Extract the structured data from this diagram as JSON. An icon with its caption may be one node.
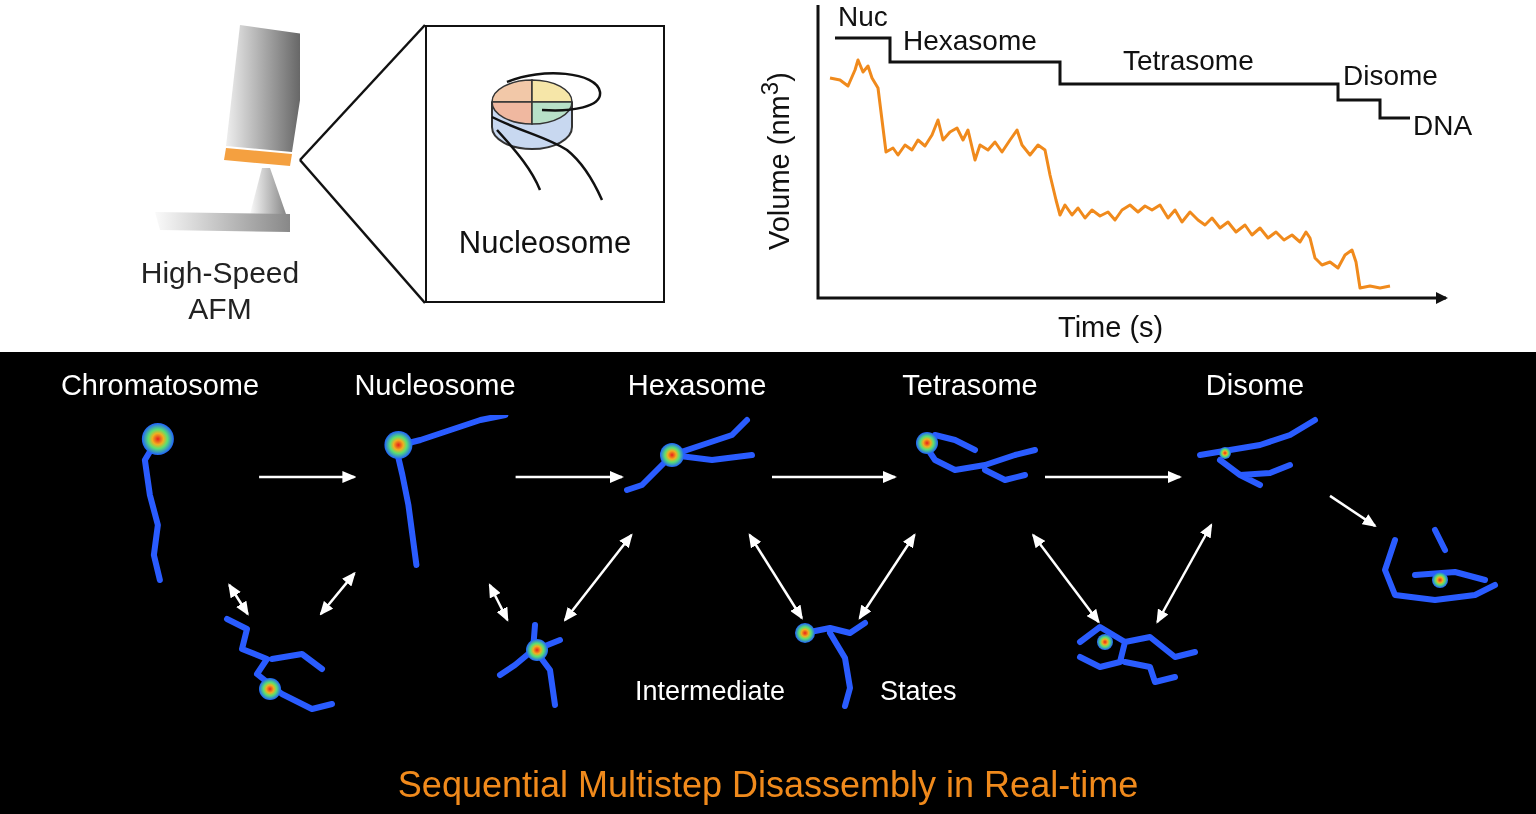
{
  "diagram": {
    "nodes": [
      {
        "text": [
          "High-Speed AFM"
        ]
      },
      {
        "text": [
          "Nucleosome"
        ]
      },
      {
        "text": [
          "Sequential Multistep Disassembly in Real-time"
        ]
      },
      {
        "text": [
          "Chromatosome"
        ],
        "in": 2
      },
      {
        "text": [
          "Nucleosome"
        ],
        "in": 2
      },
      {
        "text": [
          "Hexasome"
        ],
        "in": 2
      },
      {
        "text": [
          "Tetrasome"
        ],
        "in": 2
      },
      {
        "text": [
          "Disome"
        ],
        "in": 2
      },
      {
        "text": [],
        "shape": "picture",
        "in": 2
      },
      {
        "text": [],
        "shape": "picture",
        "in": 2
      },
      {
        "text": [],
        "shape": "picture",
        "in": 2
      },
      {
        "text": [],
        "shape": "picture",
        "in": 2
      },
      {
        "text": [],
        "shape": "picture",
        "in": 2
      }
    ],
    "edges": [
      {
        "from": 0,
        "to": 1,
        "arrow": "none",
        "color": "#111111"
      },
      {
        "from": 0,
        "to": 1,
        "arrow": "none",
        "color": "#111111"
      },
      {
        "from": 3,
        "to": 4,
        "arrow": "to"
      },
      {
        "from": 4,
        "to": 5,
        "arrow": "to"
      },
      {
        "from": 5,
        "to": 6,
        "arrow": "to"
      },
      {
        "from": 6,
        "to": 7,
        "arrow": "to"
      },
      {
        "from": 7,
        "to": 8,
        "arrow": "to"
      },
      {
        "from": 3,
        "to": 9,
        "arrow": "both"
      },
      {
        "from": 9,
        "to": 4,
        "arrow": "both"
      },
      {
        "from": 4,
        "to": 10,
        "arrow": "both"
      },
      {
        "from": 10,
        "to": 5,
        "arrow": "both"
      },
      {
        "from": 5,
        "to": 11,
        "arrow": "both"
      },
      {
        "from": 11,
        "to": 6,
        "arrow": "both"
      },
      {
        "from": 6,
        "to": 12,
        "arrow": "both"
      },
      {
        "from": 12,
        "to": 7,
        "arrow": "both"
      }
    ],
    "labels": [
      "Nuc",
      "Hexasome",
      "Tetrasome",
      "Disome",
      "DNA",
      "Volume (nm$^{3}$)",
      "Time (s)",
      "Intermediate",
      "States"
    ]
  }
}
